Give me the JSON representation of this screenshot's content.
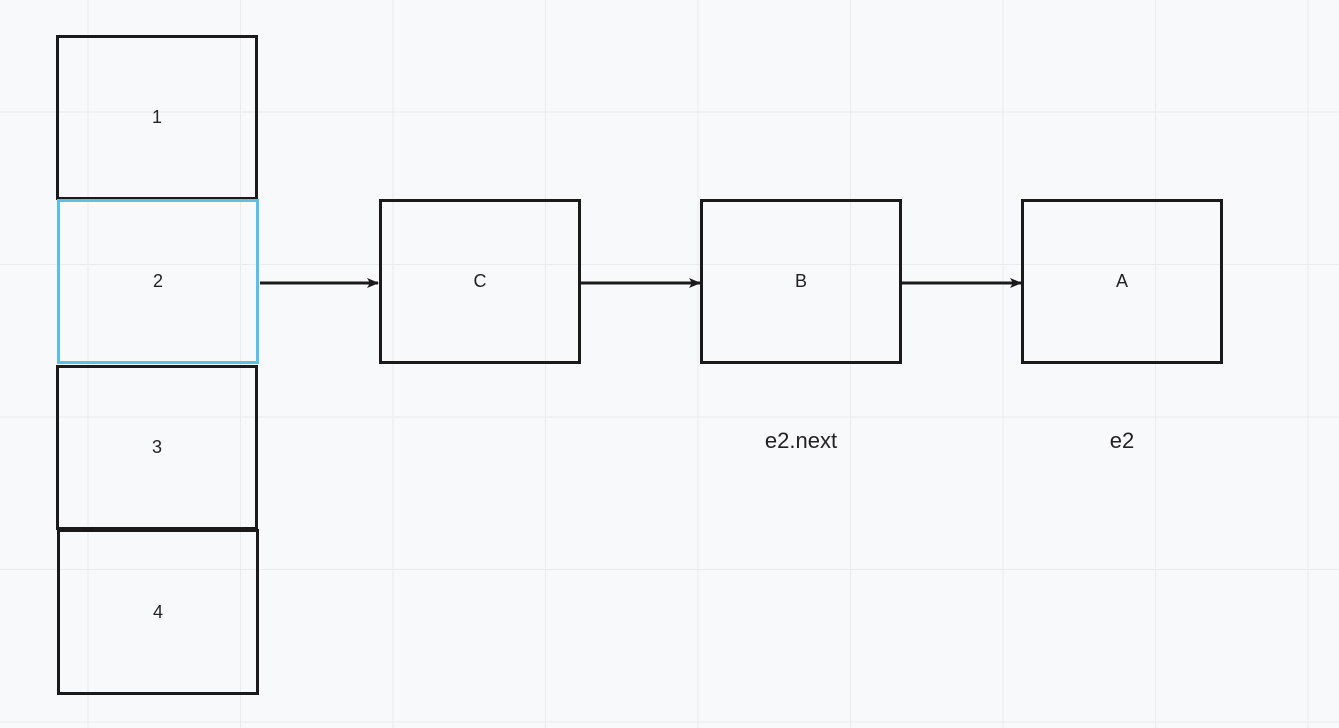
{
  "colors": {
    "background": "#f8f9fa",
    "grid": "#e9ebee",
    "stroke": "#1a1a1a",
    "selection": "#5bbfe8"
  },
  "array": {
    "cells": [
      {
        "label": "1",
        "selected": false
      },
      {
        "label": "2",
        "selected": true
      },
      {
        "label": "3",
        "selected": false
      },
      {
        "label": "4",
        "selected": false
      }
    ]
  },
  "chain": {
    "nodes": [
      {
        "label": "C"
      },
      {
        "label": "B"
      },
      {
        "label": "A"
      }
    ],
    "captions": {
      "b": "e2.next",
      "a": "e2"
    }
  }
}
